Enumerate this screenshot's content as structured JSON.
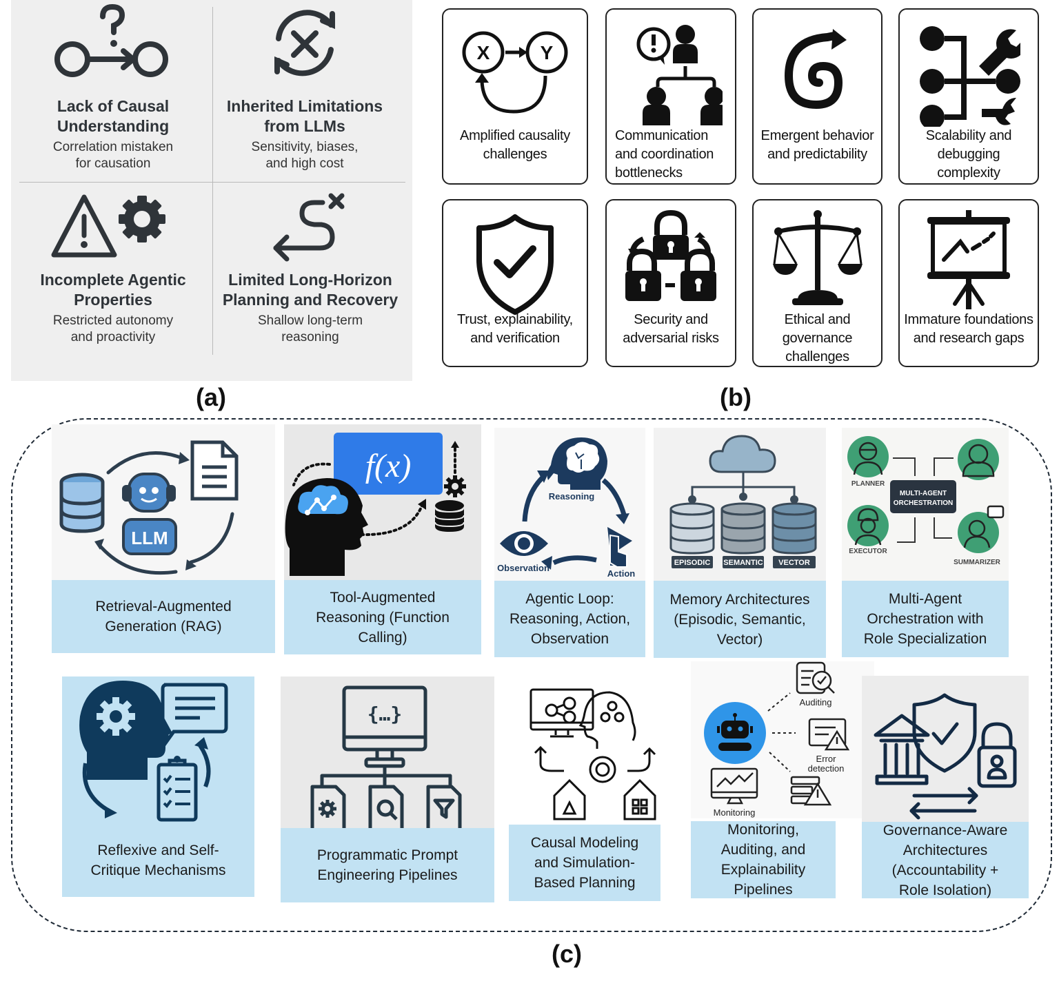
{
  "panel_a": {
    "caption": "(a)",
    "cells": [
      {
        "icon": "causal-question-arrow-icon",
        "title": "Lack of Causal Understanding",
        "title_lines": [
          "Lack of Causal",
          "Understanding"
        ],
        "desc_lines": [
          "Correlation mistaken",
          "for causation"
        ]
      },
      {
        "icon": "cycle-x-icon",
        "title": "Inherited Limitations from LLMs",
        "title_lines": [
          "Inherited Limitations",
          "from LLMs"
        ],
        "desc_lines": [
          "Sensitivity, biases,",
          "and high cost"
        ]
      },
      {
        "icon": "warning-gear-icon",
        "title": "Incomplete Agentic Properties",
        "title_lines": [
          "Incomplete Agentic",
          "Properties"
        ],
        "desc_lines": [
          "Restricted autonomy",
          "and proactivity"
        ]
      },
      {
        "icon": "winding-path-x-icon",
        "title": "Limited Long-Horizon Planning and Recovery",
        "title_lines": [
          "Limited Long-Horizon",
          "Planning and Recovery"
        ],
        "desc_lines": [
          "Shallow long-term",
          "reasoning"
        ]
      }
    ]
  },
  "panel_b": {
    "caption": "(b)",
    "cards": [
      {
        "icon": "x-y-causal-loop-icon",
        "lines": [
          "Amplified causality",
          "challenges"
        ],
        "icon_text": [
          "X",
          "Y"
        ]
      },
      {
        "icon": "team-hierarchy-alert-icon",
        "lines": [
          "Communication",
          "and coordination",
          "bottlenecks"
        ]
      },
      {
        "icon": "spiral-arrow-icon",
        "lines": [
          "Emergent behavior",
          "and predictability"
        ]
      },
      {
        "icon": "nodes-wrench-icon",
        "lines": [
          "Scalability and",
          "debugging",
          "complexity"
        ]
      },
      {
        "icon": "shield-check-icon",
        "lines": [
          "Trust, explainability,",
          "and verification"
        ]
      },
      {
        "icon": "padlocks-cycle-icon",
        "lines": [
          "Security and",
          "adversarial risks"
        ]
      },
      {
        "icon": "balance-scale-icon",
        "lines": [
          "Ethical and",
          "governance",
          "challenges"
        ]
      },
      {
        "icon": "presentation-chart-icon",
        "lines": [
          "Immature foundations",
          "and research gaps"
        ]
      }
    ]
  },
  "panel_c": {
    "caption": "(c)",
    "row1": [
      {
        "icon": "rag-llm-cycle-icon",
        "lines": [
          "Retrieval-Augmented",
          "Generation (RAG)"
        ],
        "icon_text": [
          "LLM"
        ]
      },
      {
        "icon": "head-function-call-icon",
        "lines": [
          "Tool-Augmented",
          "Reasoning (Function",
          "Calling)"
        ],
        "icon_text": [
          "f(x)"
        ]
      },
      {
        "icon": "agentic-loop-icon",
        "lines": [
          "Agentic Loop:",
          "Reasoning, Action,",
          "Observation"
        ],
        "icon_text": [
          "Reasoning",
          "Action",
          "Observation"
        ]
      },
      {
        "icon": "memory-databases-icon",
        "lines": [
          "Memory Architectures",
          "(Episodic, Semantic,",
          "Vector)"
        ],
        "icon_text": [
          "EPISODIC",
          "SEMANTIC",
          "VECTOR"
        ]
      },
      {
        "icon": "multi-agent-orchestration-icon",
        "lines": [
          "Multi-Agent",
          "Orchestration with",
          "Role Specialization"
        ],
        "icon_text": [
          "PLANNER",
          "MULTI-AGENT",
          "ORCHESTRATION",
          "EXECUTOR",
          "SUMMARIZER"
        ]
      }
    ],
    "row2": [
      {
        "icon": "head-gear-critique-icon",
        "lines": [
          "Reflexive and Self-",
          "Critique Mechanisms"
        ]
      },
      {
        "icon": "prompt-pipeline-icon",
        "lines": [
          "Programmatic Prompt",
          "Engineering Pipelines"
        ],
        "icon_text": [
          "{…}"
        ]
      },
      {
        "icon": "causal-simulation-icon",
        "lines": [
          "Causal Modeling",
          "and Simulation-",
          "Based Planning"
        ]
      },
      {
        "icon": "monitoring-auditing-icon",
        "lines": [
          "Monitoring,",
          "Auditing, and",
          "Explainability",
          "Pipelines"
        ],
        "icon_text": [
          "Auditing",
          "Error",
          "detection",
          "Monitoring"
        ]
      },
      {
        "icon": "governance-architecture-icon",
        "lines": [
          "Governance-Aware",
          "Architectures",
          "(Accountability +",
          "Role Isolation)"
        ]
      }
    ]
  },
  "colors": {
    "panel_a_bg": "#efefef",
    "panel_a_ink": "#2f3439",
    "label_bg": "#c2e2f3",
    "navy": "#1c3a5e",
    "llm_blue": "#4a86c5",
    "fx_blue": "#2f7be8",
    "agent_green": "#3f9f74",
    "robot_blue": "#2f95e8"
  }
}
